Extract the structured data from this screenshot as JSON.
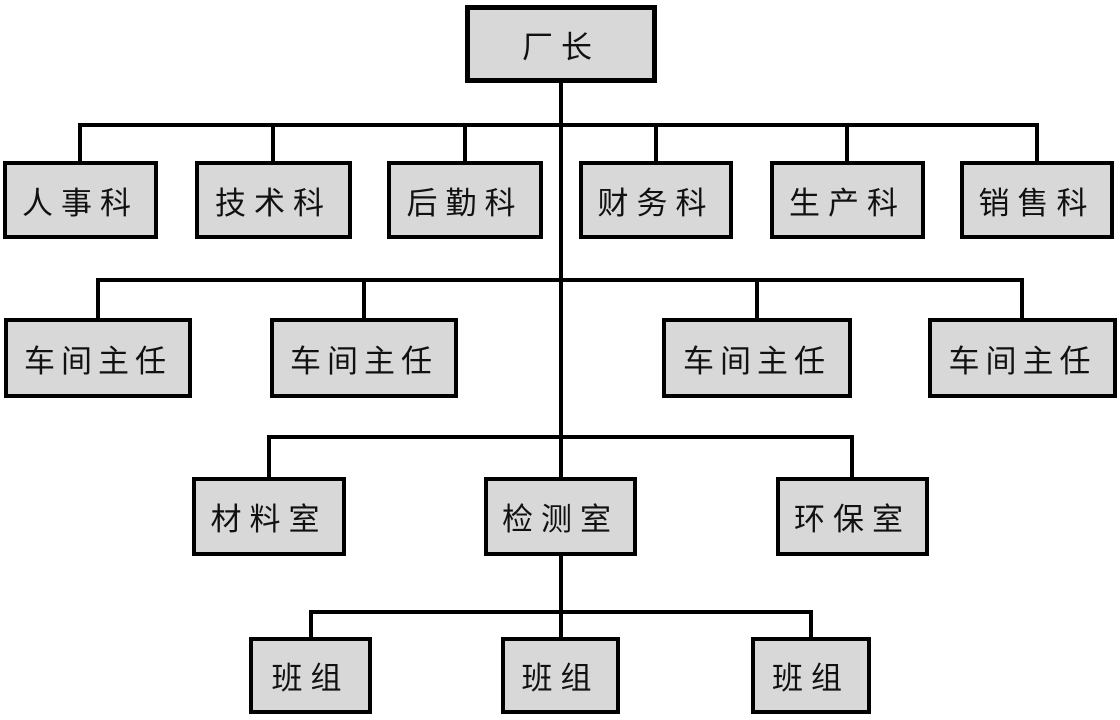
{
  "diagram": {
    "type": "org-chart",
    "root": {
      "label": "厂长"
    },
    "departments": [
      {
        "label": "人事科"
      },
      {
        "label": "技术科"
      },
      {
        "label": "后勤科"
      },
      {
        "label": "财务科"
      },
      {
        "label": "生产科"
      },
      {
        "label": "销售科"
      }
    ],
    "workshops": [
      {
        "label": "车间主任"
      },
      {
        "label": "车间主任"
      },
      {
        "label": "车间主任"
      },
      {
        "label": "车间主任"
      }
    ],
    "rooms": [
      {
        "label": "材料室"
      },
      {
        "label": "检测室"
      },
      {
        "label": "环保室"
      }
    ],
    "teams": [
      {
        "label": "班组"
      },
      {
        "label": "班组"
      },
      {
        "label": "班组"
      }
    ]
  },
  "colors": {
    "box_fill": "#d8d8d8",
    "box_border": "#000000",
    "connector": "#000000",
    "background": "#ffffff"
  }
}
